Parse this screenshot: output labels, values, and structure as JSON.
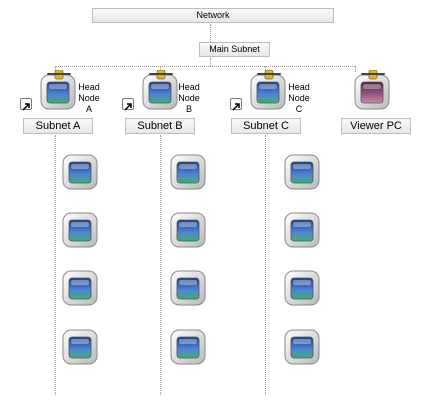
{
  "diagram": {
    "network_label": "Network",
    "main_subnet_label": "Main Subnet",
    "subnets": [
      {
        "label": "Subnet A",
        "head_label": "Head\nNode\nA",
        "compute_nodes": 4
      },
      {
        "label": "Subnet B",
        "head_label": "Head\nNode\nB",
        "compute_nodes": 4
      },
      {
        "label": "Subnet C",
        "head_label": "Head\nNode\nC",
        "compute_nodes": 4
      }
    ],
    "viewer_label": "Viewer PC",
    "icons": {
      "compute": "computer-node-icon",
      "head": "head-node-icon",
      "viewer": "viewer-pc-icon",
      "shortcut": "shortcut-arrow-icon",
      "connector": "network-connector-icon"
    },
    "colors": {
      "screen_blue": "#2f5fb8",
      "screen_purple": "#7a3f6a",
      "connector_gold": "#d9b43a",
      "dotted_line": "#9a9a9a"
    }
  }
}
